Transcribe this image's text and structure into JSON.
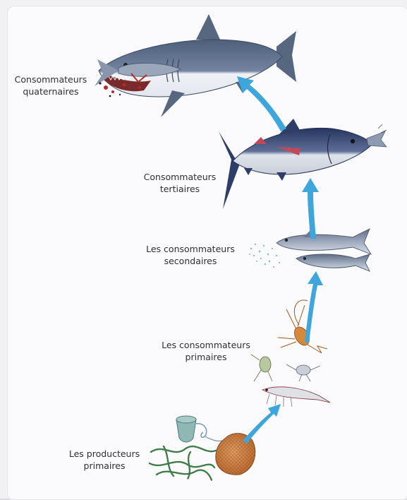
{
  "levels": {
    "quaternary": {
      "line1": "Consommateurs",
      "line2": "quaternaires"
    },
    "tertiary": {
      "line1": "Consommateurs",
      "line2": "tertiaires"
    },
    "secondary": {
      "line1": "Les consommateurs",
      "line2": "secondaires"
    },
    "primary": {
      "line1": "Les consommateurs",
      "line2": "primaires"
    },
    "producers": {
      "line1": "Les producteurs",
      "line2": "primaires"
    }
  },
  "icons": [
    "shark",
    "tuna",
    "small-fish",
    "zooplankton",
    "phytoplankton",
    "arrow"
  ],
  "colors": {
    "arrow": "#3fa6dc",
    "shark": "#5b6c86",
    "tuna": "#3b4d78",
    "small_fish": "#7f8fa6",
    "zooplankton": "#d38a3a",
    "algae": "#3e7b46",
    "producer_cell": "#c97a3c",
    "blood": "#b32b2b"
  }
}
